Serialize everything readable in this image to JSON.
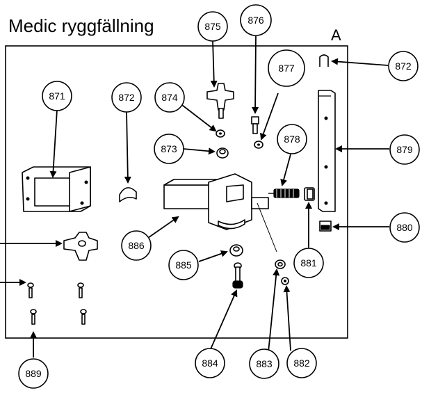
{
  "title": "Medic ryggfällning",
  "panel_letter": "A",
  "callouts": [
    {
      "id": "871",
      "label": "871"
    },
    {
      "id": "872a",
      "label": "872"
    },
    {
      "id": "872b",
      "label": "872"
    },
    {
      "id": "873",
      "label": "873"
    },
    {
      "id": "874",
      "label": "874"
    },
    {
      "id": "875",
      "label": "875"
    },
    {
      "id": "876",
      "label": "876"
    },
    {
      "id": "877",
      "label": "877"
    },
    {
      "id": "878",
      "label": "878"
    },
    {
      "id": "879",
      "label": "879"
    },
    {
      "id": "880",
      "label": "880"
    },
    {
      "id": "881",
      "label": "881"
    },
    {
      "id": "882",
      "label": "882"
    },
    {
      "id": "883",
      "label": "883"
    },
    {
      "id": "884",
      "label": "884"
    },
    {
      "id": "885",
      "label": "885"
    },
    {
      "id": "886",
      "label": "886"
    },
    {
      "id": "889",
      "label": "889"
    }
  ]
}
